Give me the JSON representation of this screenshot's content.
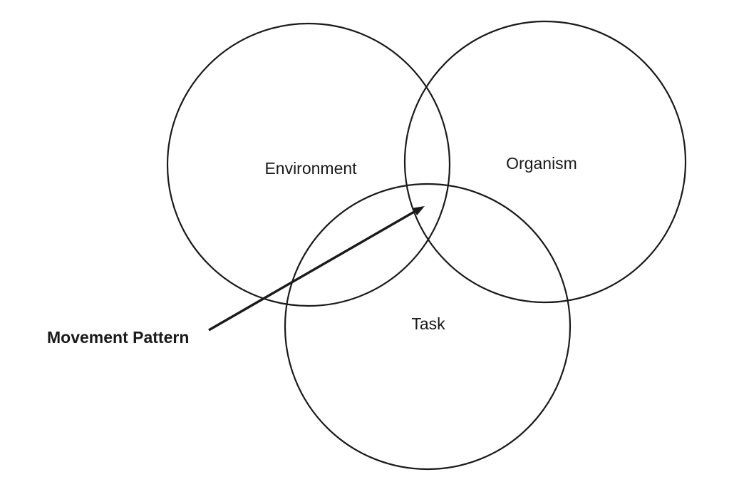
{
  "diagram": {
    "type": "venn",
    "description": "Three overlapping circles with an arrow pointing at their central intersection",
    "circles": [
      {
        "id": "environment",
        "label": "Environment"
      },
      {
        "id": "organism",
        "label": "Organism"
      },
      {
        "id": "task",
        "label": "Task"
      }
    ],
    "annotation": {
      "label": "Movement Pattern",
      "points_to": "central intersection of the three circles"
    },
    "colors": {
      "line": "#1a1a1a",
      "text": "#1a1a1a",
      "background": "#ffffff"
    }
  }
}
